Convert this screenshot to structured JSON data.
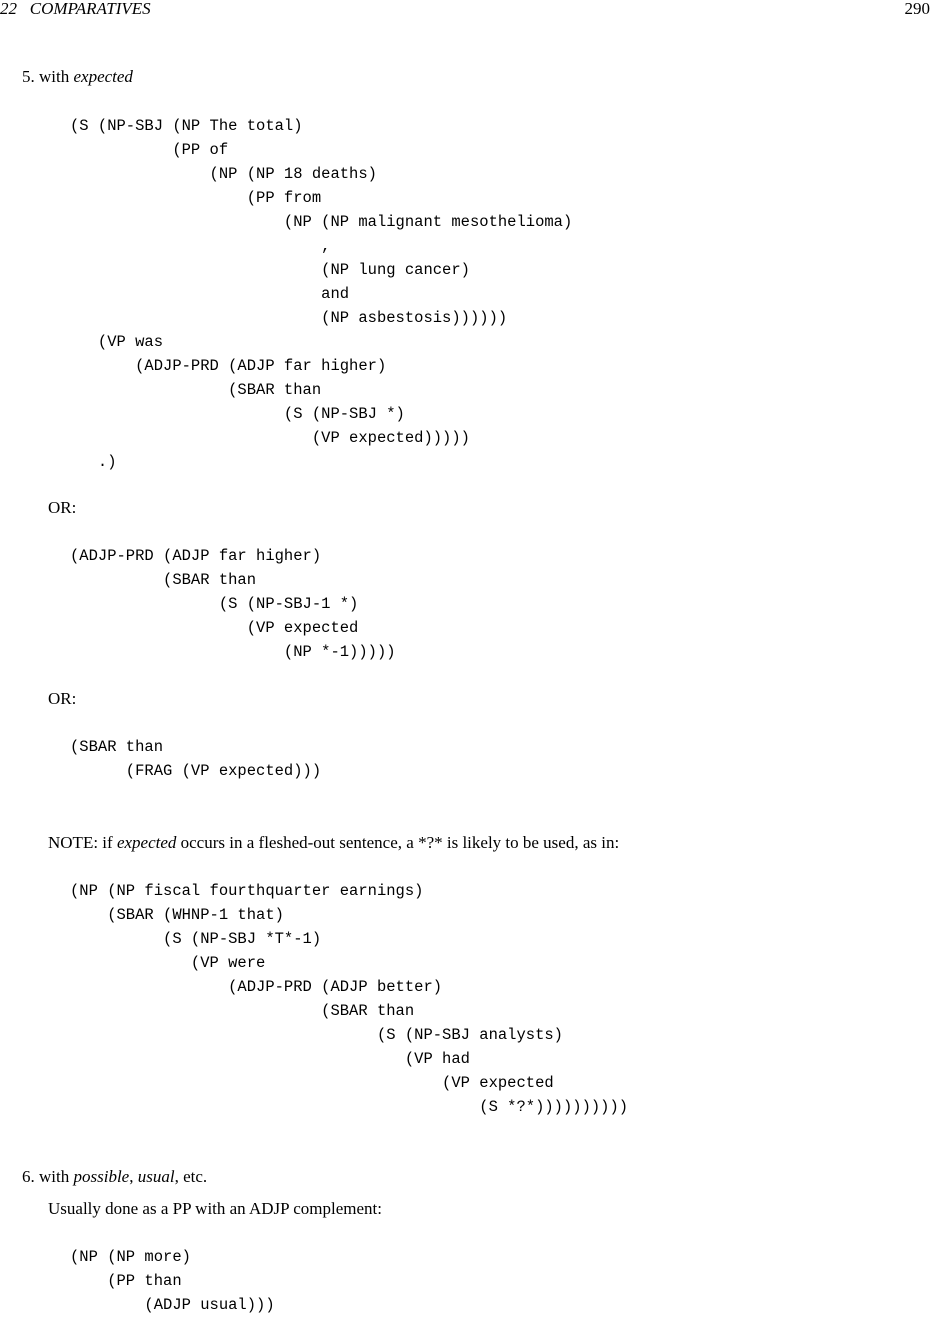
{
  "header": {
    "chapter_num": "22",
    "chapter_title": "COMPARATIVES",
    "page_number": "290"
  },
  "item5": {
    "num": "5.",
    "lead": "with ",
    "keyword": "expected",
    "code1": "(S (NP-SBJ (NP The total)\n           (PP of\n               (NP (NP 18 deaths)\n                   (PP from\n                       (NP (NP malignant mesothelioma)\n                           ,\n                           (NP lung cancer)\n                           and\n                           (NP asbestosis))))))\n   (VP was\n       (ADJP-PRD (ADJP far higher)\n                 (SBAR than\n                       (S (NP-SBJ *)\n                          (VP expected)))))\n   .)",
    "or1": "OR:",
    "code2": "(ADJP-PRD (ADJP far higher)\n          (SBAR than\n                (S (NP-SBJ-1 *)\n                   (VP expected\n                       (NP *-1)))))",
    "or2": "OR:",
    "code3": "(SBAR than\n      (FRAG (VP expected)))",
    "note_prefix": "NOTE: if ",
    "note_keyword": "expected",
    "note_suffix": " occurs in a fleshed-out sentence, a *?* is likely to be used, as in:",
    "code4": "(NP (NP fiscal fourthquarter earnings)\n    (SBAR (WHNP-1 that)\n          (S (NP-SBJ *T*-1)\n             (VP were\n                 (ADJP-PRD (ADJP better)\n                           (SBAR than\n                                 (S (NP-SBJ analysts)\n                                    (VP had\n                                        (VP expected\n                                            (S *?*))))))))))"
  },
  "item6": {
    "num": "6.",
    "lead": "with ",
    "kw1": "possible",
    "sep": ", ",
    "kw2": "usual",
    "tail": ", etc.",
    "desc": "Usually done as a PP with an ADJP complement:",
    "code5": "(NP (NP more)\n    (PP than\n        (ADJP usual)))"
  }
}
